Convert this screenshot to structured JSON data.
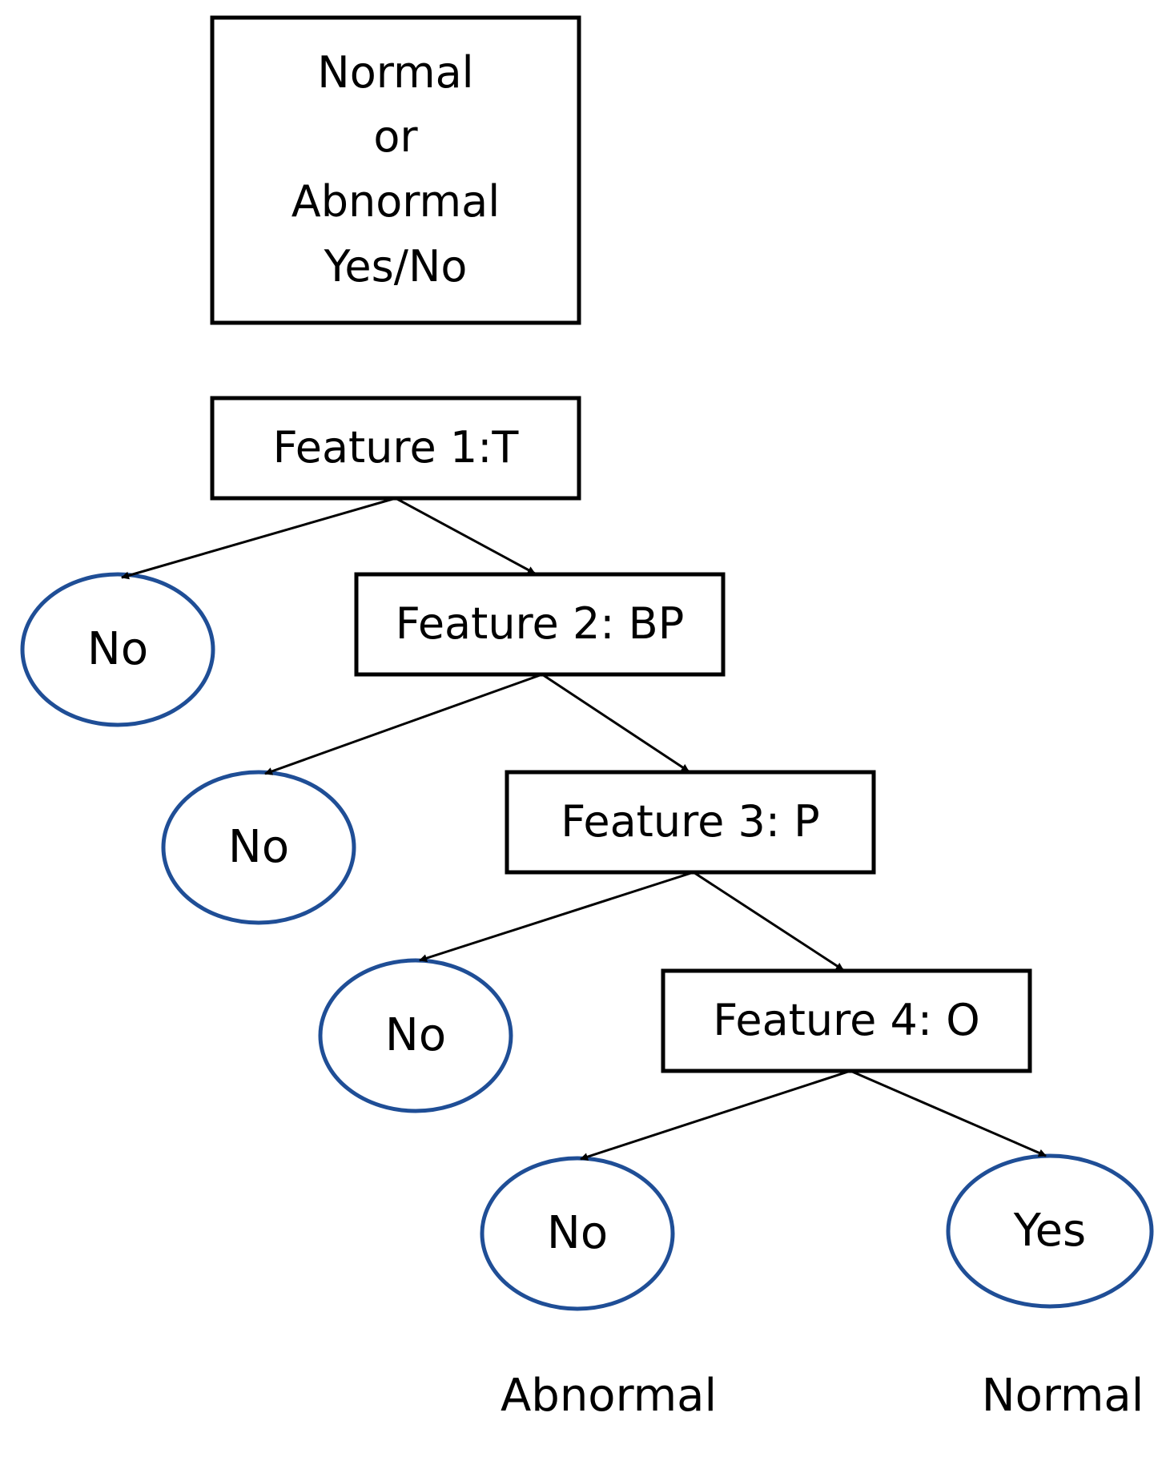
{
  "title_box": {
    "lines": [
      "Normal",
      "or",
      "Abnormal",
      "Yes/No"
    ]
  },
  "nodes": [
    {
      "id": "f1",
      "label": "Feature 1:T"
    },
    {
      "id": "f2",
      "label": "Feature 2: BP"
    },
    {
      "id": "f3",
      "label": "Feature 3: P"
    },
    {
      "id": "f4",
      "label": "Feature 4: O"
    }
  ],
  "leaves": [
    {
      "id": "l1",
      "label": "No"
    },
    {
      "id": "l2",
      "label": "No"
    },
    {
      "id": "l3",
      "label": "No"
    },
    {
      "id": "l4",
      "label": "No"
    },
    {
      "id": "l5",
      "label": "Yes"
    }
  ],
  "outcomes": [
    {
      "id": "o1",
      "label": "Abnormal"
    },
    {
      "id": "o2",
      "label": "Normal"
    }
  ],
  "edges": [
    {
      "from": "f1",
      "to": "l1"
    },
    {
      "from": "f1",
      "to": "f2"
    },
    {
      "from": "f2",
      "to": "l2"
    },
    {
      "from": "f2",
      "to": "f3"
    },
    {
      "from": "f3",
      "to": "l3"
    },
    {
      "from": "f3",
      "to": "f4"
    },
    {
      "from": "f4",
      "to": "l4"
    },
    {
      "from": "f4",
      "to": "l5"
    }
  ],
  "colors": {
    "box_border": "#000000",
    "leaf_border": "#1f4e96",
    "edge": "#000000",
    "text": "#000000"
  }
}
